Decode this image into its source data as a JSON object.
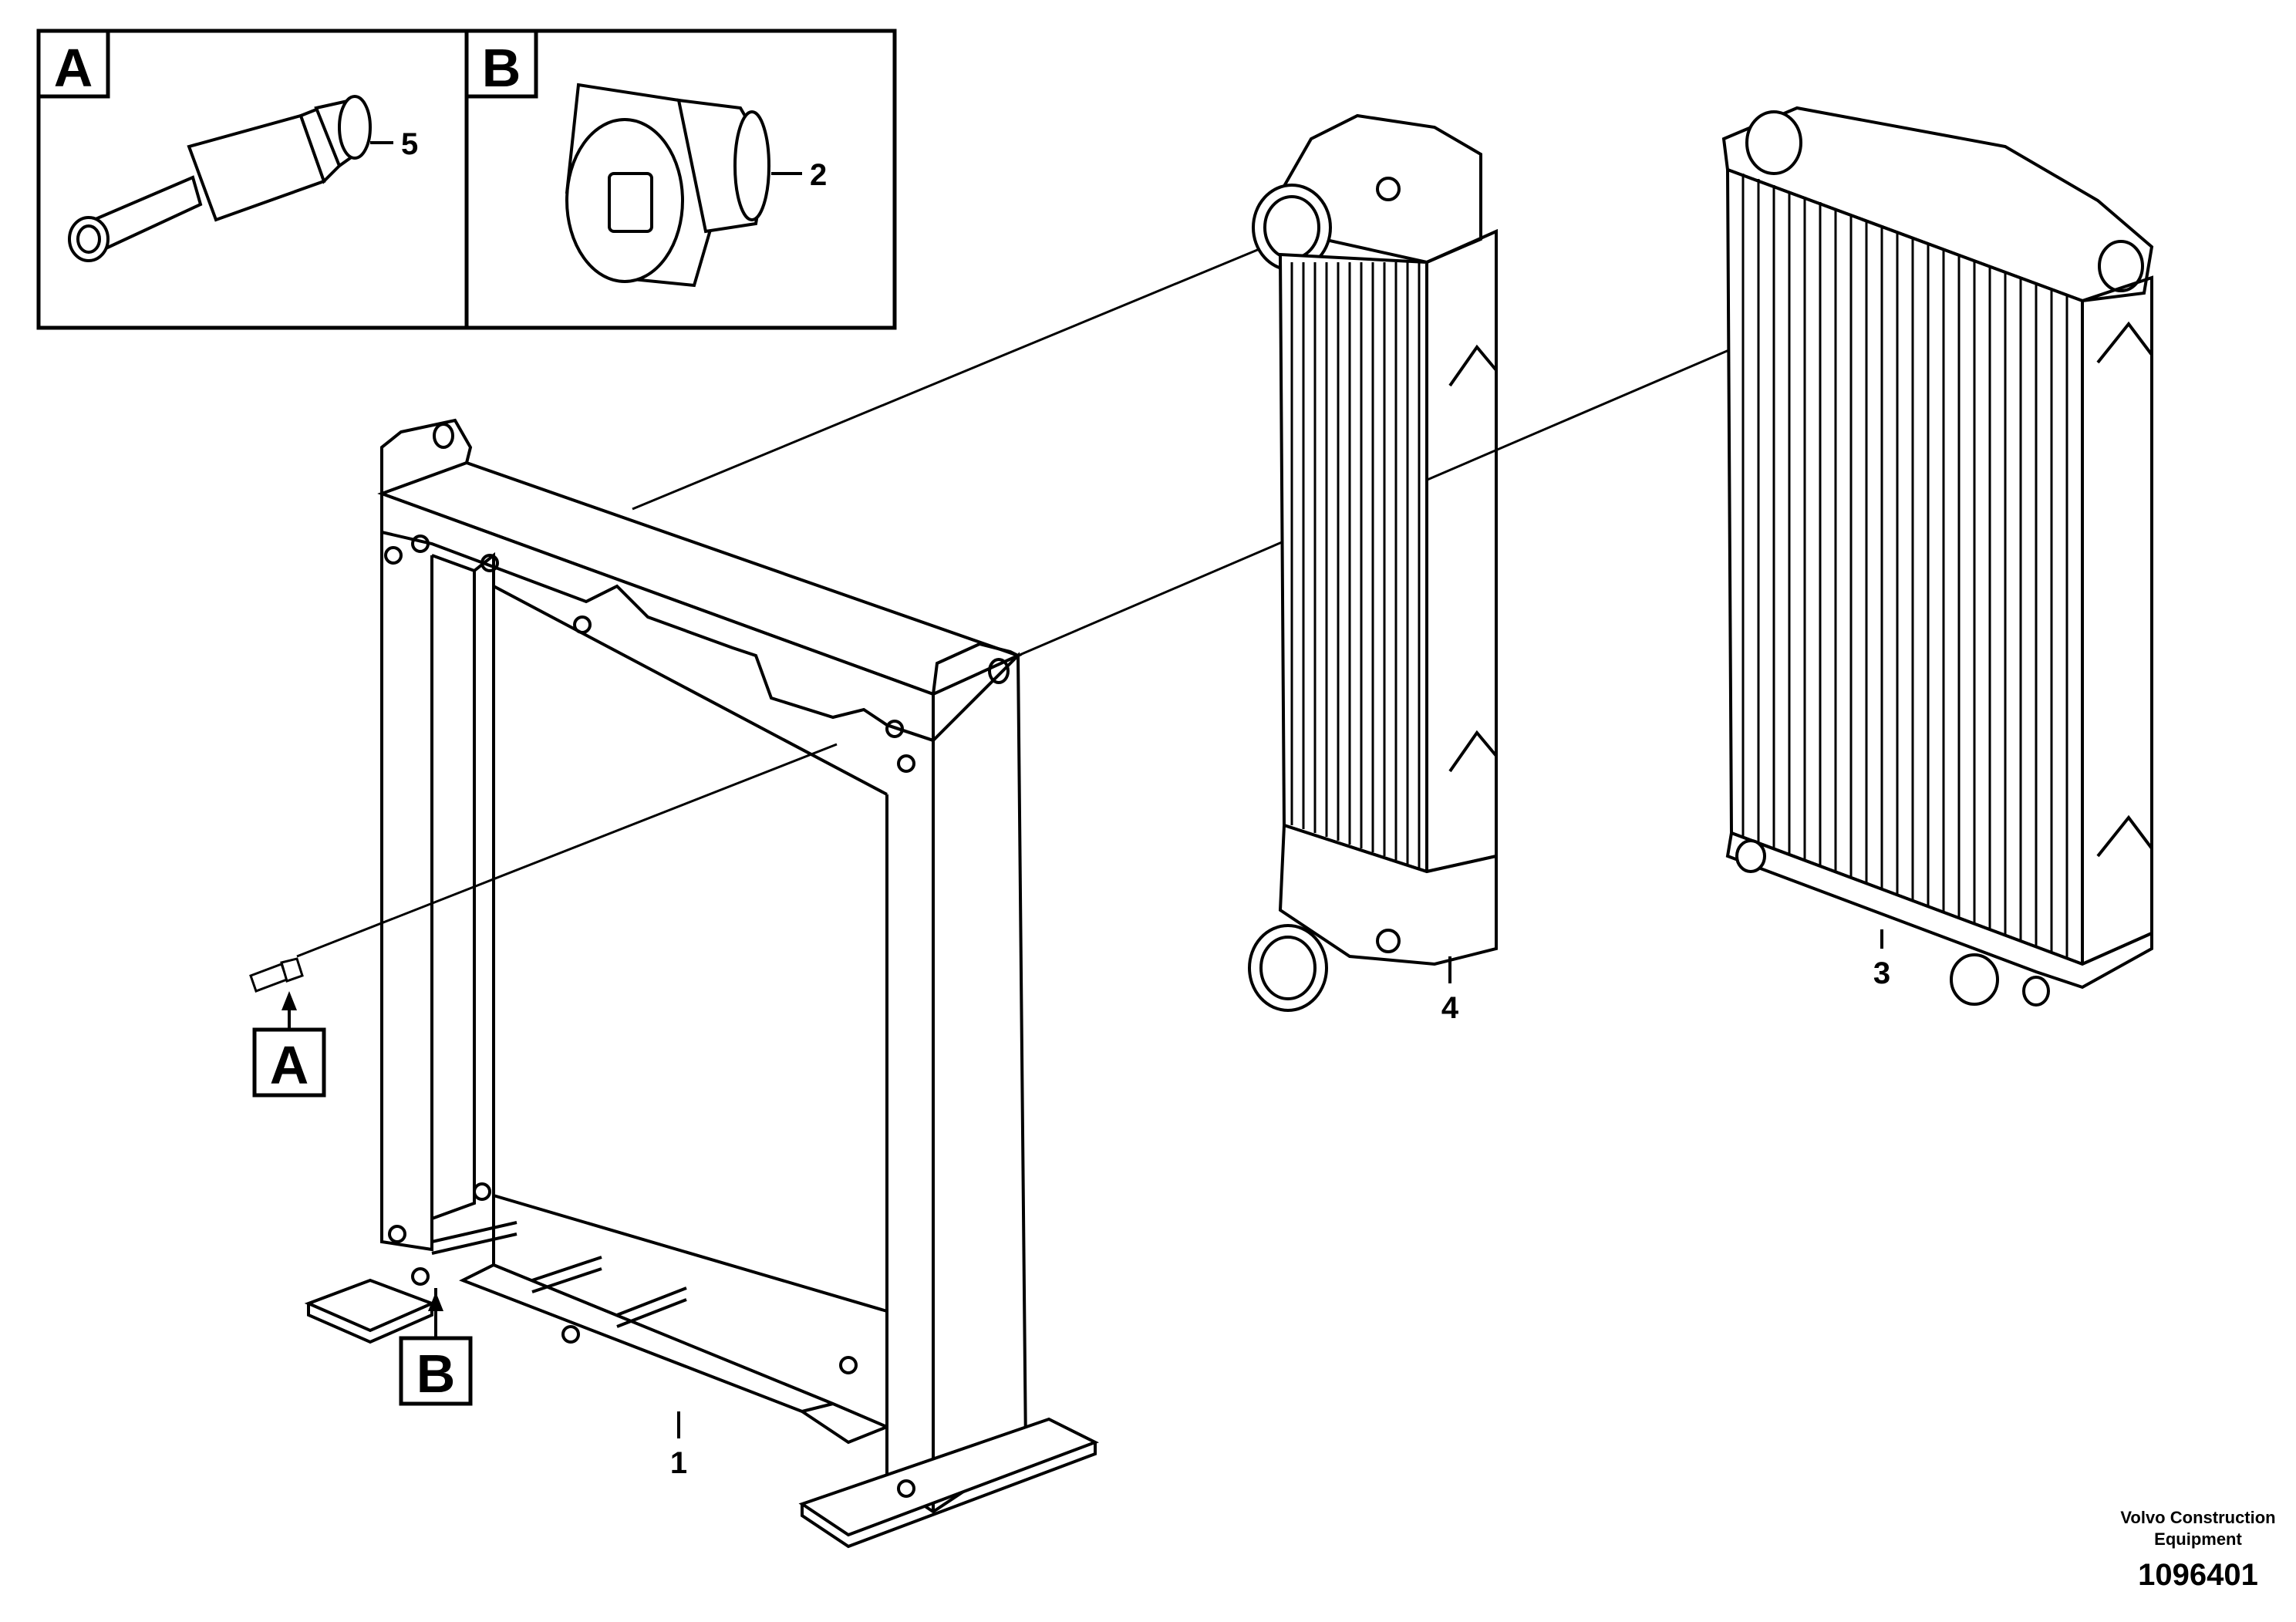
{
  "detail_boxes": [
    {
      "letter": "A",
      "part_label": "5"
    },
    {
      "letter": "B",
      "part_label": "2"
    }
  ],
  "callout_boxes": [
    {
      "letter": "A"
    },
    {
      "letter": "B"
    }
  ],
  "part_labels": {
    "frame": "1",
    "radiator": "3",
    "charge_air_cooler": "4"
  },
  "footer": {
    "brand_line1": "Volvo Construction",
    "brand_line2": "Equipment",
    "drawing_number": "1096401"
  }
}
